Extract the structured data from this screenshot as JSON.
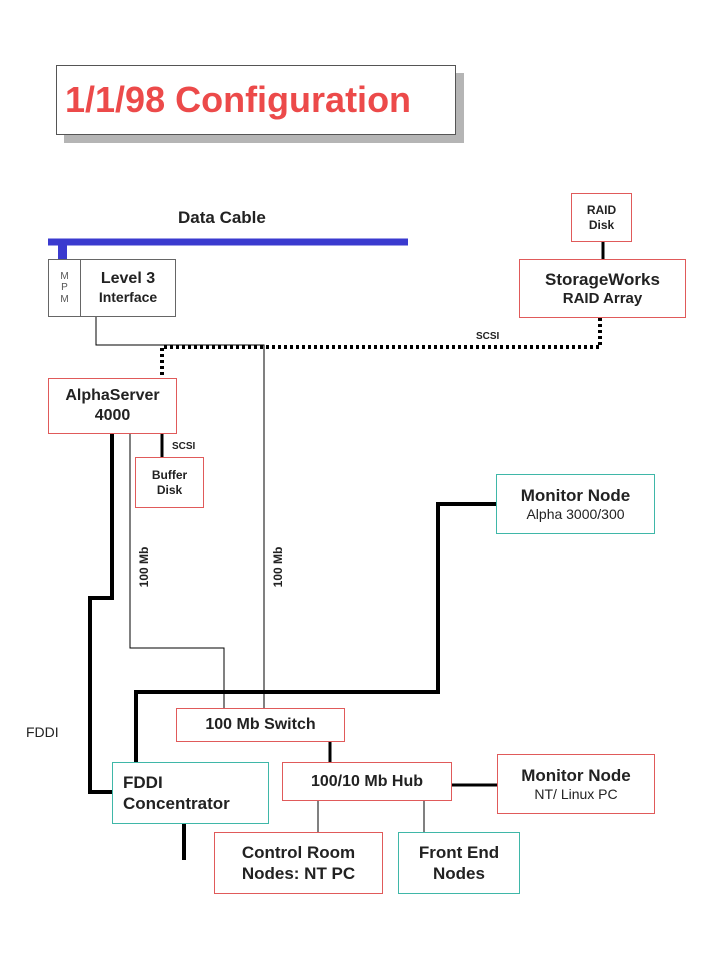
{
  "title": "1/1/98 Configuration",
  "colors": {
    "title": "#ec4a4a",
    "data_cable": "#3a3acf",
    "red_border": "#e05a5a",
    "teal_border": "#3fb7a8",
    "link": "#000000"
  },
  "data_cable_label": "Data Cable",
  "mpm_letters": [
    "M",
    "P",
    "M"
  ],
  "level3": {
    "line1": "Level 3",
    "line2": "Interface"
  },
  "raid_disk": {
    "line1": "RAID",
    "line2": "Disk"
  },
  "storageworks": {
    "line1": "StorageWorks",
    "line2": "RAID Array"
  },
  "alphaserver": {
    "line1": "AlphaServer",
    "line2": "4000"
  },
  "buffer_disk": {
    "line1": "Buffer",
    "line2": "Disk"
  },
  "monitor_node_1": {
    "line1": "Monitor Node",
    "line2": "Alpha 3000/300"
  },
  "monitor_node_2": {
    "line1": "Monitor Node",
    "line2": "NT/ Linux PC"
  },
  "switch": "100 Mb Switch",
  "hub": "100/10 Mb Hub",
  "fddi_concentrator": {
    "line1": "FDDI",
    "line2": "Concentrator"
  },
  "control_room": {
    "line1": "Control Room",
    "line2": "Nodes: NT PC"
  },
  "front_end": {
    "line1": "Front End",
    "line2": "Nodes"
  },
  "link_labels": {
    "scsi_top": "SCSI",
    "scsi_buffer": "SCSI",
    "mb_left": "100 Mb",
    "mb_right": "100 Mb",
    "fddi": "FDDI"
  }
}
